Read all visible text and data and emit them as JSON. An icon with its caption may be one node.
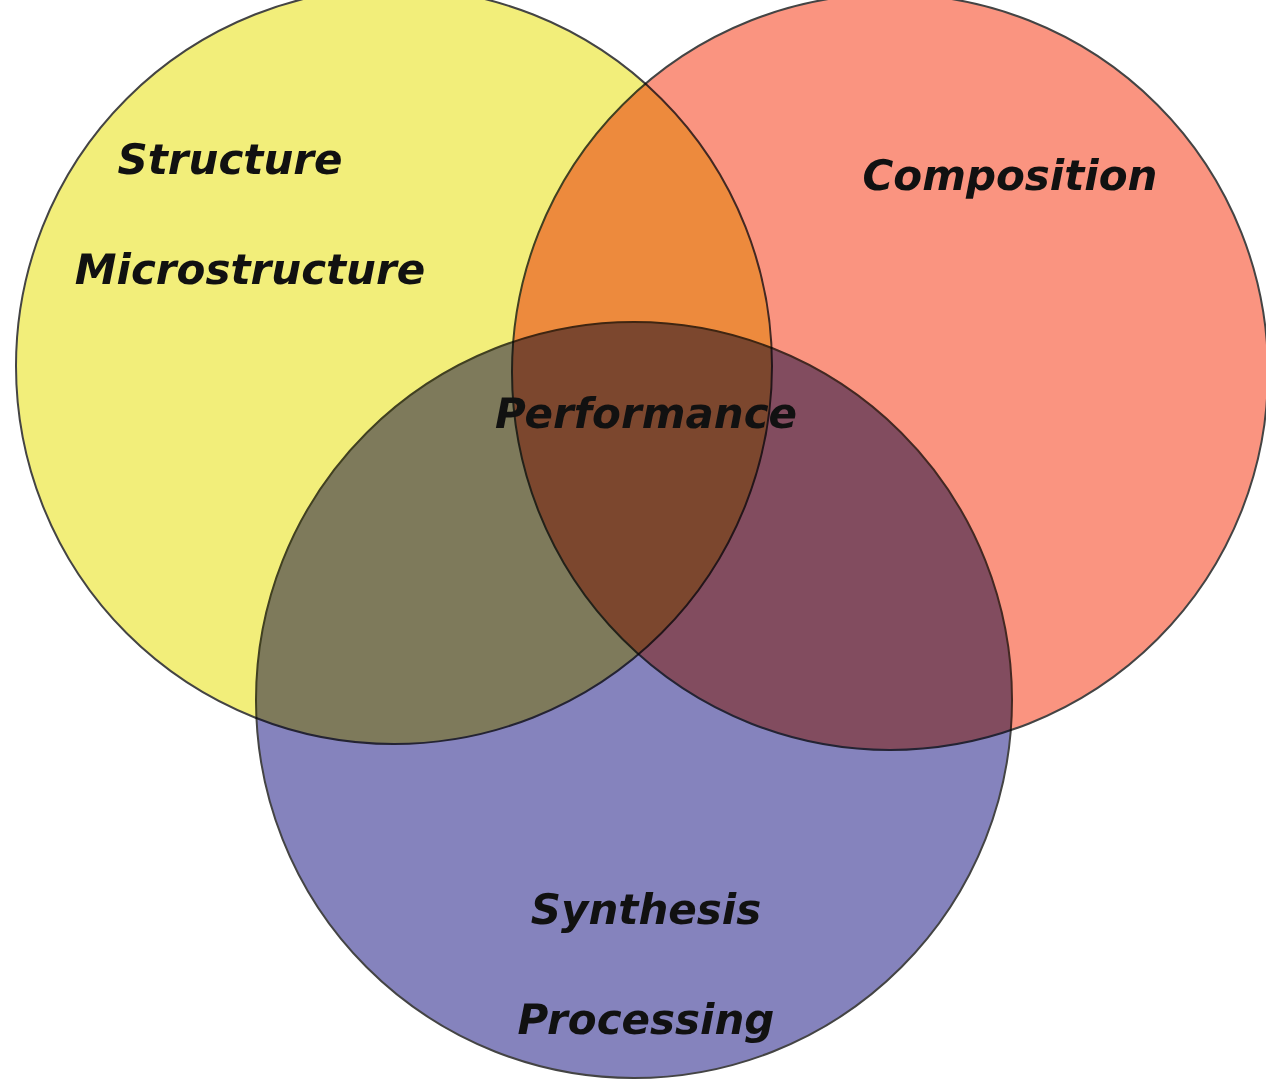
{
  "diagram": {
    "nodes": [
      {
        "text": [
          "Structure",
          "Microstructure"
        ]
      },
      {
        "text": [
          "Composition"
        ]
      },
      {
        "text": [
          "Synthesis",
          "Processing"
        ]
      }
    ],
    "edges": [],
    "labels": [
      "Performance"
    ]
  }
}
